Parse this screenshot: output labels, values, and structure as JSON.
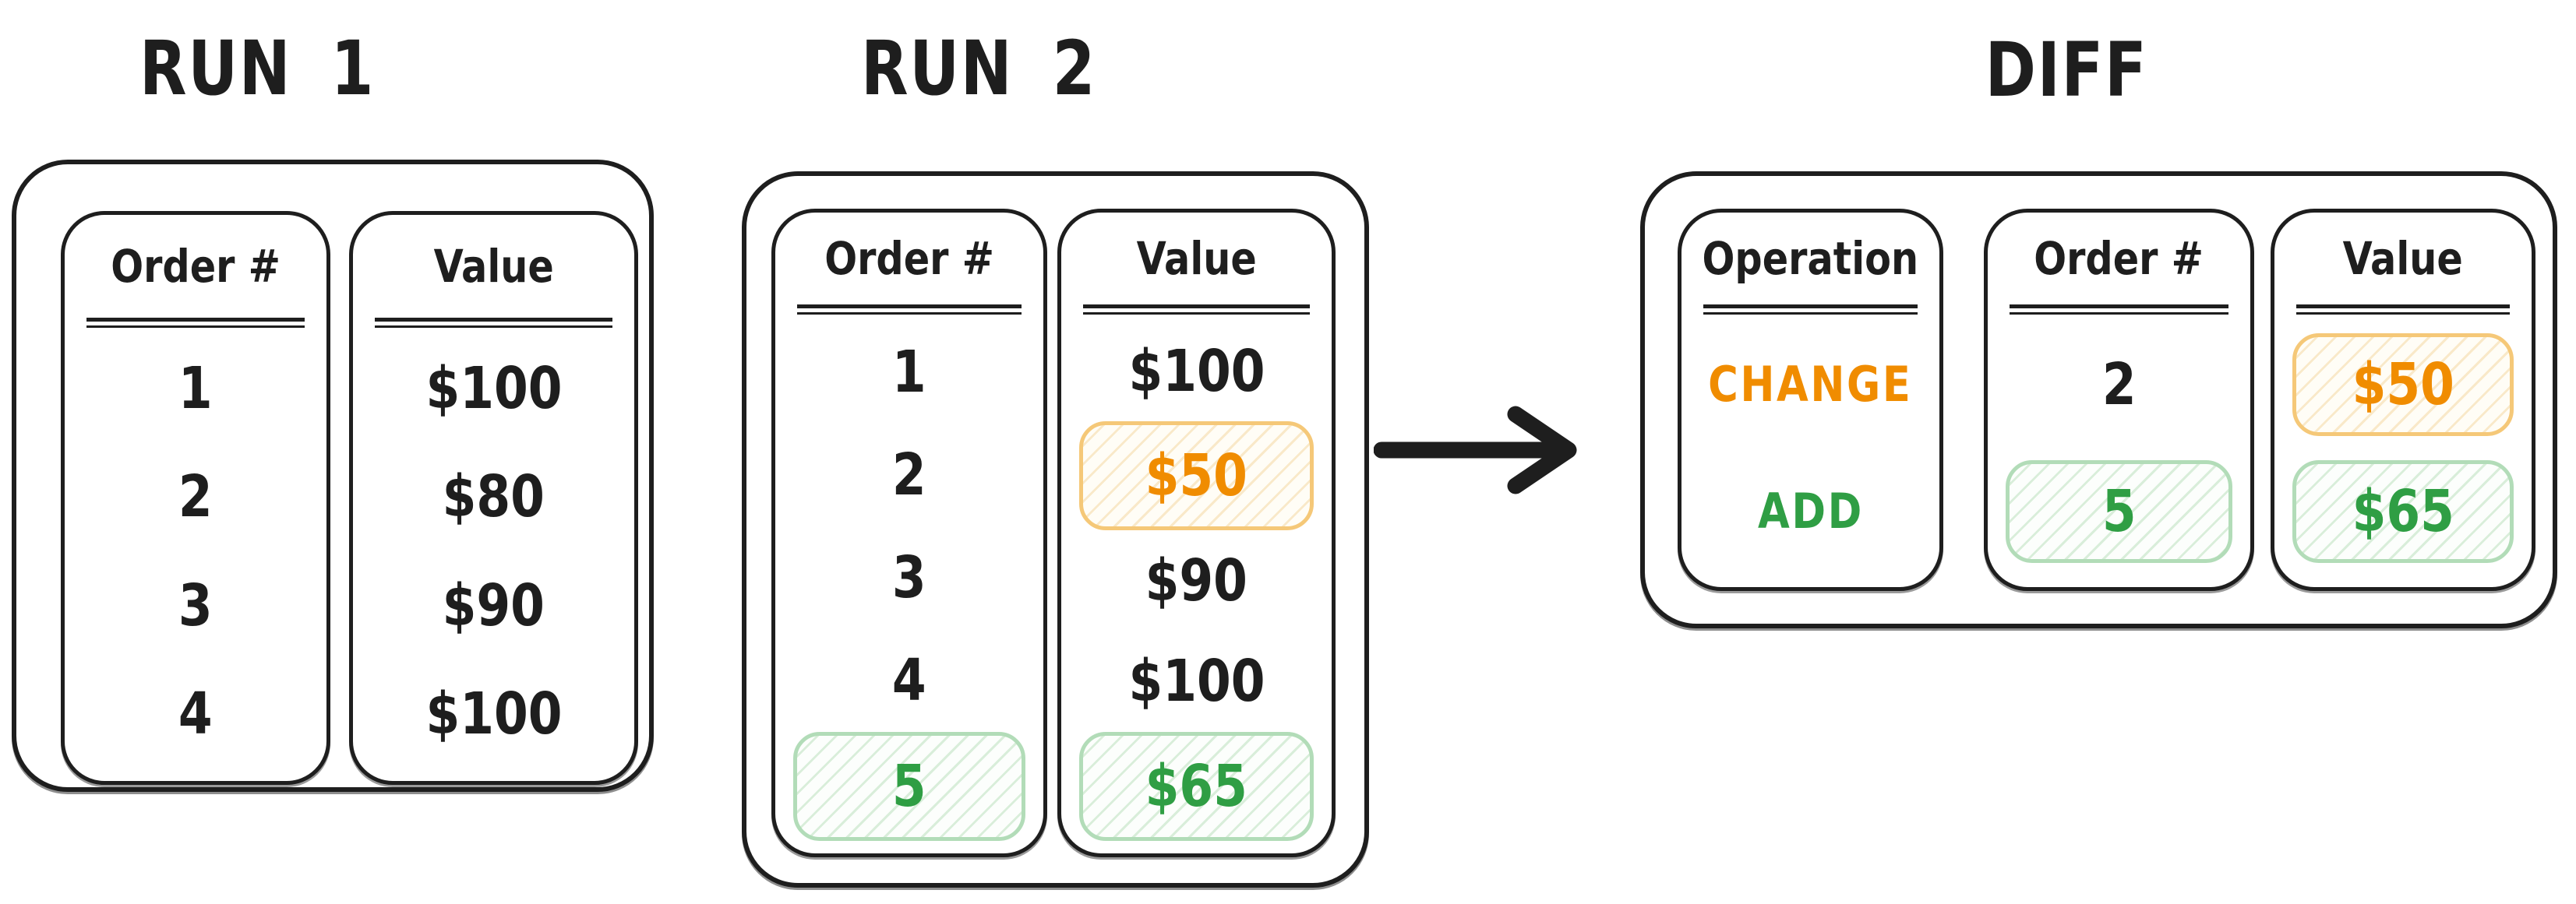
{
  "colors": {
    "ink": "#1e1e1e",
    "orange_text": "#f08c00",
    "orange_pill_border": "#f5c878",
    "orange_pill_hatch": "#f9e9c9",
    "green_text": "#2f9e44",
    "green_pill_border": "#b2dcb8",
    "green_pill_hatch": "#d9eeda",
    "background": "#ffffff"
  },
  "run1": {
    "title": "RUN 1",
    "columns": [
      {
        "header": "Order #",
        "cells": [
          {
            "text": "1"
          },
          {
            "text": "2"
          },
          {
            "text": "3"
          },
          {
            "text": "4"
          }
        ]
      },
      {
        "header": "Value",
        "cells": [
          {
            "text": "$100"
          },
          {
            "text": "$80"
          },
          {
            "text": "$90"
          },
          {
            "text": "$100"
          }
        ]
      }
    ]
  },
  "run2": {
    "title": "RUN 2",
    "columns": [
      {
        "header": "Order #",
        "cells": [
          {
            "text": "1"
          },
          {
            "text": "2"
          },
          {
            "text": "3"
          },
          {
            "text": "4"
          },
          {
            "text": "5",
            "highlight": "green",
            "color": "green"
          }
        ]
      },
      {
        "header": "Value",
        "cells": [
          {
            "text": "$100"
          },
          {
            "text": "$50",
            "highlight": "orange",
            "color": "orange"
          },
          {
            "text": "$90"
          },
          {
            "text": "$100"
          },
          {
            "text": "$65",
            "highlight": "green",
            "color": "green"
          }
        ]
      }
    ]
  },
  "arrow": {
    "name": "right-arrow",
    "color": "#1e1e1e"
  },
  "diff": {
    "title": "DIFF",
    "columns": [
      {
        "header": "Operation",
        "cells": [
          {
            "text": "CHANGE",
            "color": "orange"
          },
          {
            "text": "ADD",
            "color": "green"
          }
        ]
      },
      {
        "header": "Order #",
        "cells": [
          {
            "text": "2"
          },
          {
            "text": "5",
            "highlight": "green",
            "color": "green"
          }
        ]
      },
      {
        "header": "Value",
        "cells": [
          {
            "text": "$50",
            "highlight": "orange",
            "color": "orange"
          },
          {
            "text": "$65",
            "highlight": "green",
            "color": "green"
          }
        ]
      }
    ]
  }
}
